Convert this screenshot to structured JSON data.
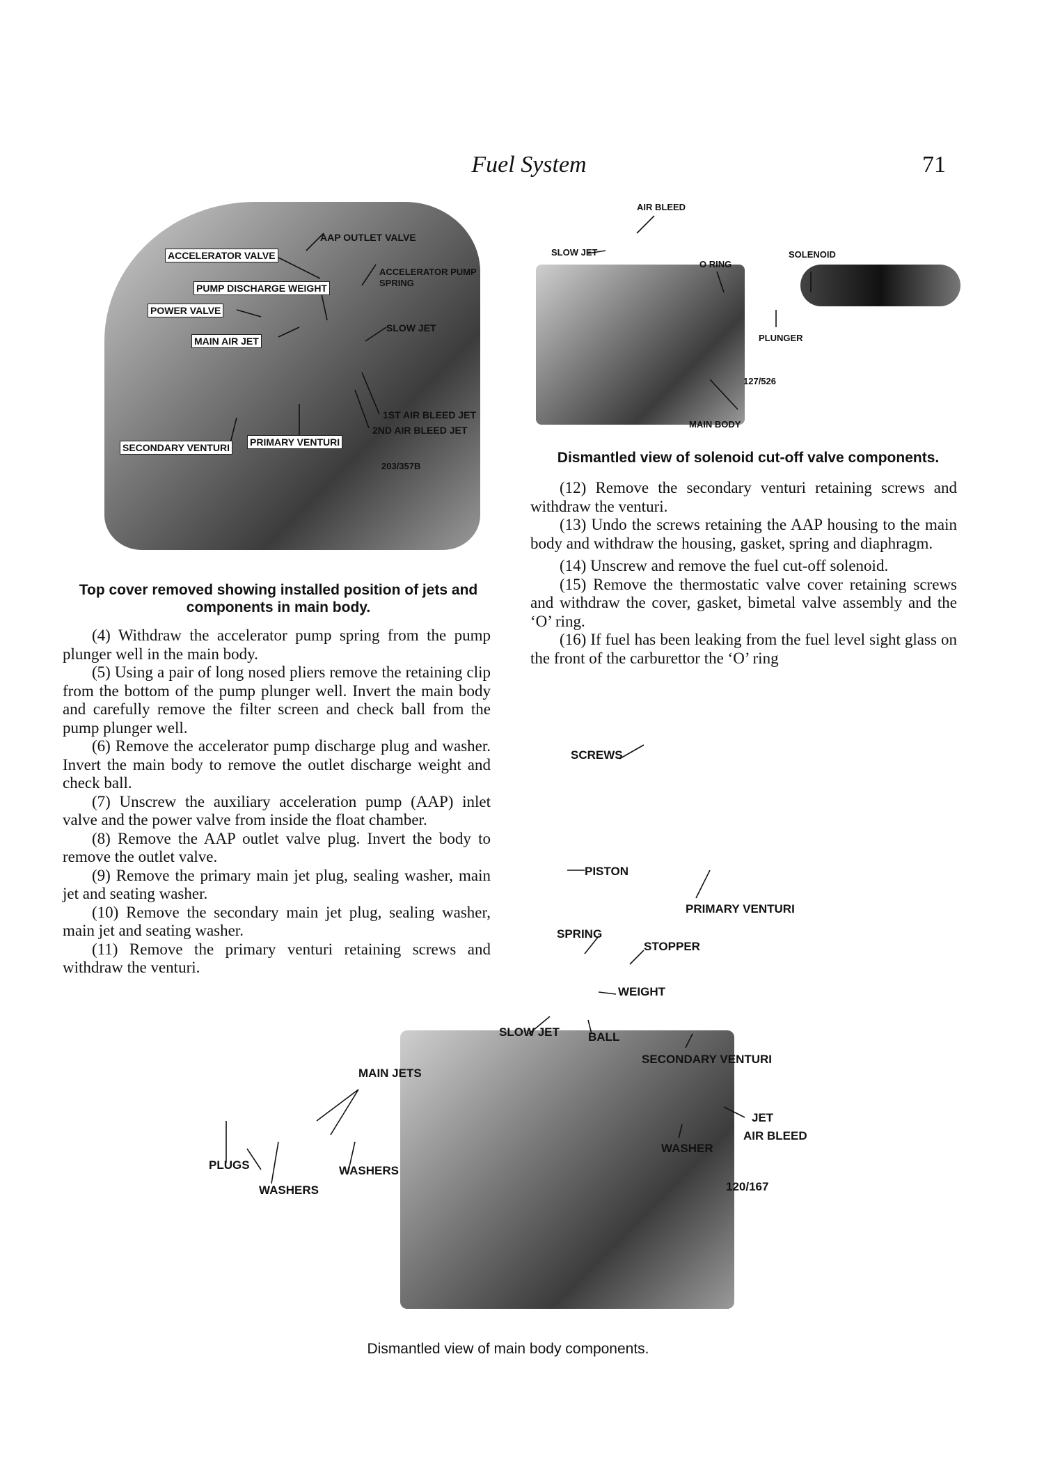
{
  "header": {
    "title": "Fuel System",
    "page_number": "71"
  },
  "figure_top_left": {
    "labels": {
      "accelerator_valve": "ACCELERATOR VALVE",
      "aap_outlet_valve": "AAP OUTLET VALVE",
      "accelerator_pump_spring_1": "ACCELERATOR PUMP",
      "accelerator_pump_spring_2": "SPRING",
      "pump_discharge_weight": "PUMP DISCHARGE WEIGHT",
      "power_valve": "POWER VALVE",
      "main_air_jet": "MAIN AIR JET",
      "slow_jet": "SLOW JET",
      "first_air_bleed_jet": "1ST AIR BLEED JET",
      "second_air_bleed_jet": "2ND AIR BLEED JET",
      "primary_venturi": "PRIMARY VENTURI",
      "secondary_venturi": "SECONDARY VENTURI",
      "ref": "203/357B"
    },
    "caption": "Top cover removed showing installed position of jets and components in main body."
  },
  "figure_top_right": {
    "labels": {
      "air_bleed": "AIR BLEED",
      "slow_jet": "SLOW JET",
      "o_ring": "O RING",
      "solenoid": "SOLENOID",
      "plunger": "PLUNGER",
      "ref": "127/526",
      "main_body": "MAIN BODY"
    },
    "caption": "Dismantled view of solenoid cut-off valve components."
  },
  "left_column": {
    "paragraphs": [
      "(4) Withdraw the accelerator pump spring from the pump plunger well in the main body.",
      "(5) Using a pair of long nosed pliers remove the retaining clip from the bottom of the pump plunger well. Invert the main body and carefully remove the filter screen and check ball from the pump plunger well.",
      "(6) Remove the accelerator pump discharge plug and washer. Invert the main body to remove the outlet discharge weight and check ball.",
      "(7) Unscrew the auxiliary acceleration pump (AAP) inlet valve and the power valve from inside the float chamber.",
      "(8) Remove the AAP outlet valve plug. Invert the body to remove the outlet valve.",
      "(9) Remove the primary main jet plug, sealing washer, main jet and seating washer.",
      "(10) Remove the secondary main jet plug, sealing washer, main jet and seating washer.",
      "(11) Remove the primary venturi retaining screws and withdraw the venturi."
    ]
  },
  "right_column": {
    "paragraphs": [
      "(12) Remove the secondary venturi retaining screws and withdraw the venturi.",
      "(13) Undo the screws retaining the AAP housing to the main body and withdraw the housing, gasket, spring and diaphragm.",
      "(14) Unscrew and remove the fuel cut-off solenoid.",
      "(15) Remove the thermostatic valve cover retaining screws and withdraw the cover, gasket, bimetal valve assembly and the ‘O’ ring.",
      "(16) If fuel has been leaking from the fuel level sight glass on the front of the carburettor the ‘O’ ring"
    ]
  },
  "figure_bottom": {
    "labels": {
      "screws": "SCREWS",
      "piston": "PISTON",
      "primary_venturi": "PRIMARY VENTURI",
      "spring": "SPRING",
      "stopper": "STOPPER",
      "weight": "WEIGHT",
      "slow_jet": "SLOW JET",
      "ball": "BALL",
      "secondary_venturi": "SECONDARY VENTURI",
      "main_jets": "MAIN JETS",
      "plugs": "PLUGS",
      "washers_1": "WASHERS",
      "washers_2": "WASHERS",
      "jet": "JET",
      "air_bleed": "AIR BLEED",
      "washer": "WASHER",
      "ref": "120/167"
    },
    "caption": "Dismantled view of main body components."
  }
}
